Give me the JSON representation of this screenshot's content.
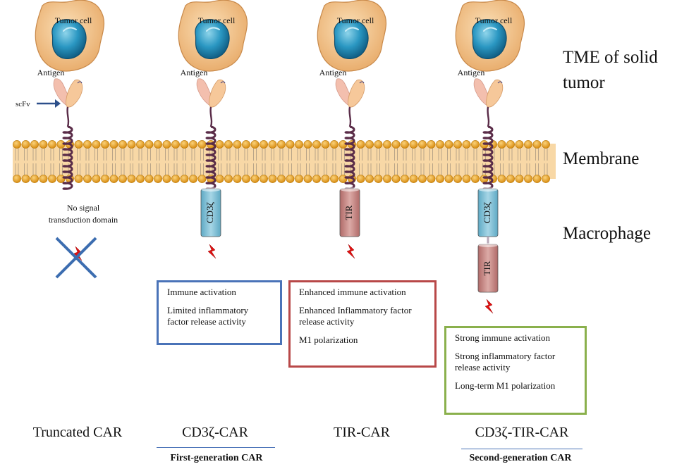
{
  "columns": [
    {
      "tumor_label": "Tumor cell",
      "antigen_label": "Antigen",
      "scfv_label": "scFv",
      "note_line1": "No signal",
      "note_line2": "transduction domain",
      "title": "Truncated  CAR"
    },
    {
      "tumor_label": "Tumor cell",
      "antigen_label": "Antigen",
      "domain1": "CD3ζ",
      "effects": [
        "Immune  activation",
        "Limited inflammatory factor release activity"
      ],
      "title": "CD3ζ-CAR",
      "generation": "First-generation   CAR"
    },
    {
      "tumor_label": "Tumor cell",
      "antigen_label": "Antigen",
      "domain1": "TIR",
      "effects": [
        "Enhanced immune activation",
        "Enhanced Inflammatory factor release activity",
        "M1 polarization"
      ],
      "title": "TIR-CAR"
    },
    {
      "tumor_label": "Tumor cell",
      "antigen_label": "Antigen",
      "domain1": "CD3ζ",
      "domain2": "TIR",
      "effects": [
        "Strong immune activation",
        "Strong inflammatory factor release activity",
        "Long-term M1 polarization"
      ],
      "title": "CD3ζ-TIR-CAR",
      "generation": "Second-generation   CAR"
    }
  ],
  "side_labels": {
    "tme_line1": "TME  of solid",
    "tme_line2": "tumor",
    "membrane": "Membrane",
    "macrophage": "Macrophage"
  },
  "colors": {
    "tumor_body": "#f2c48a",
    "nucleus": "#1e8fb8",
    "antigen": "#f3bfae",
    "scfv": "#f6c89a",
    "membrane_head": "#e6a020",
    "membrane_band": "#f8d8a6",
    "cd3z": "#7fbfd4",
    "tir": "#c98885",
    "signal": "#e01010",
    "stalk": "#5a2c48"
  }
}
